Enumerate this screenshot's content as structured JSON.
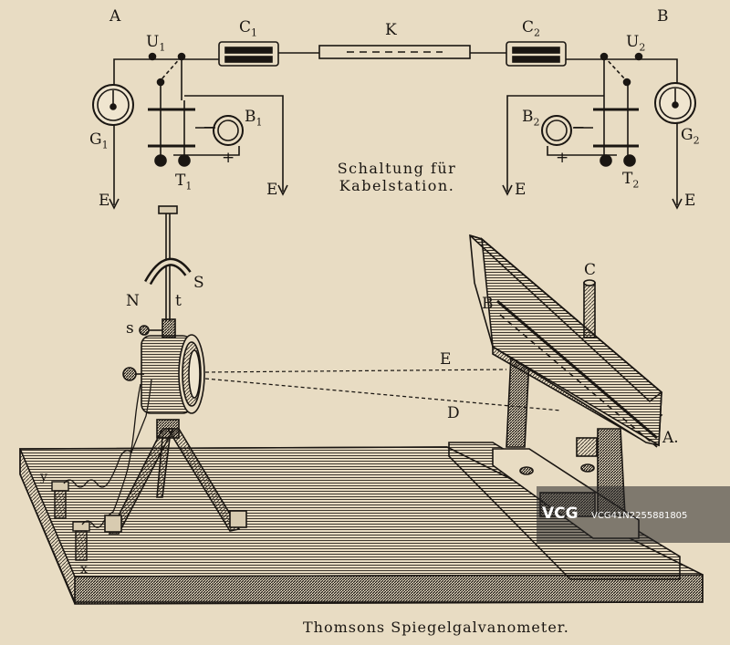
{
  "circuit": {
    "title_line1": "Schaltung für",
    "title_line2": "Kabelstation.",
    "labels": {
      "A": "A",
      "B": "B",
      "K": "K",
      "U1": "U",
      "U1_sub": "1",
      "U2": "U",
      "U2_sub": "2",
      "C1": "C",
      "C1_sub": "1",
      "C2": "C",
      "C2_sub": "2",
      "G1": "G",
      "G1_sub": "1",
      "G2": "G",
      "G2_sub": "2",
      "B1": "B",
      "B1_sub": "1",
      "B2": "B",
      "B2_sub": "2",
      "T1": "T",
      "T1_sub": "1",
      "T2": "T",
      "T2_sub": "2",
      "E": "E",
      "minus": "−",
      "plus": "+"
    }
  },
  "apparatus": {
    "caption": "Thomsons Spiegelgalvanometer.",
    "labels": {
      "N": "N",
      "S": "S",
      "t": "t",
      "s": "s",
      "y": "y",
      "x": "x",
      "B": "B",
      "C": "C",
      "E": "E",
      "D": "D",
      "A": "A."
    }
  },
  "watermark": {
    "logo": "VCG",
    "id": "VCG41N2255881805"
  }
}
